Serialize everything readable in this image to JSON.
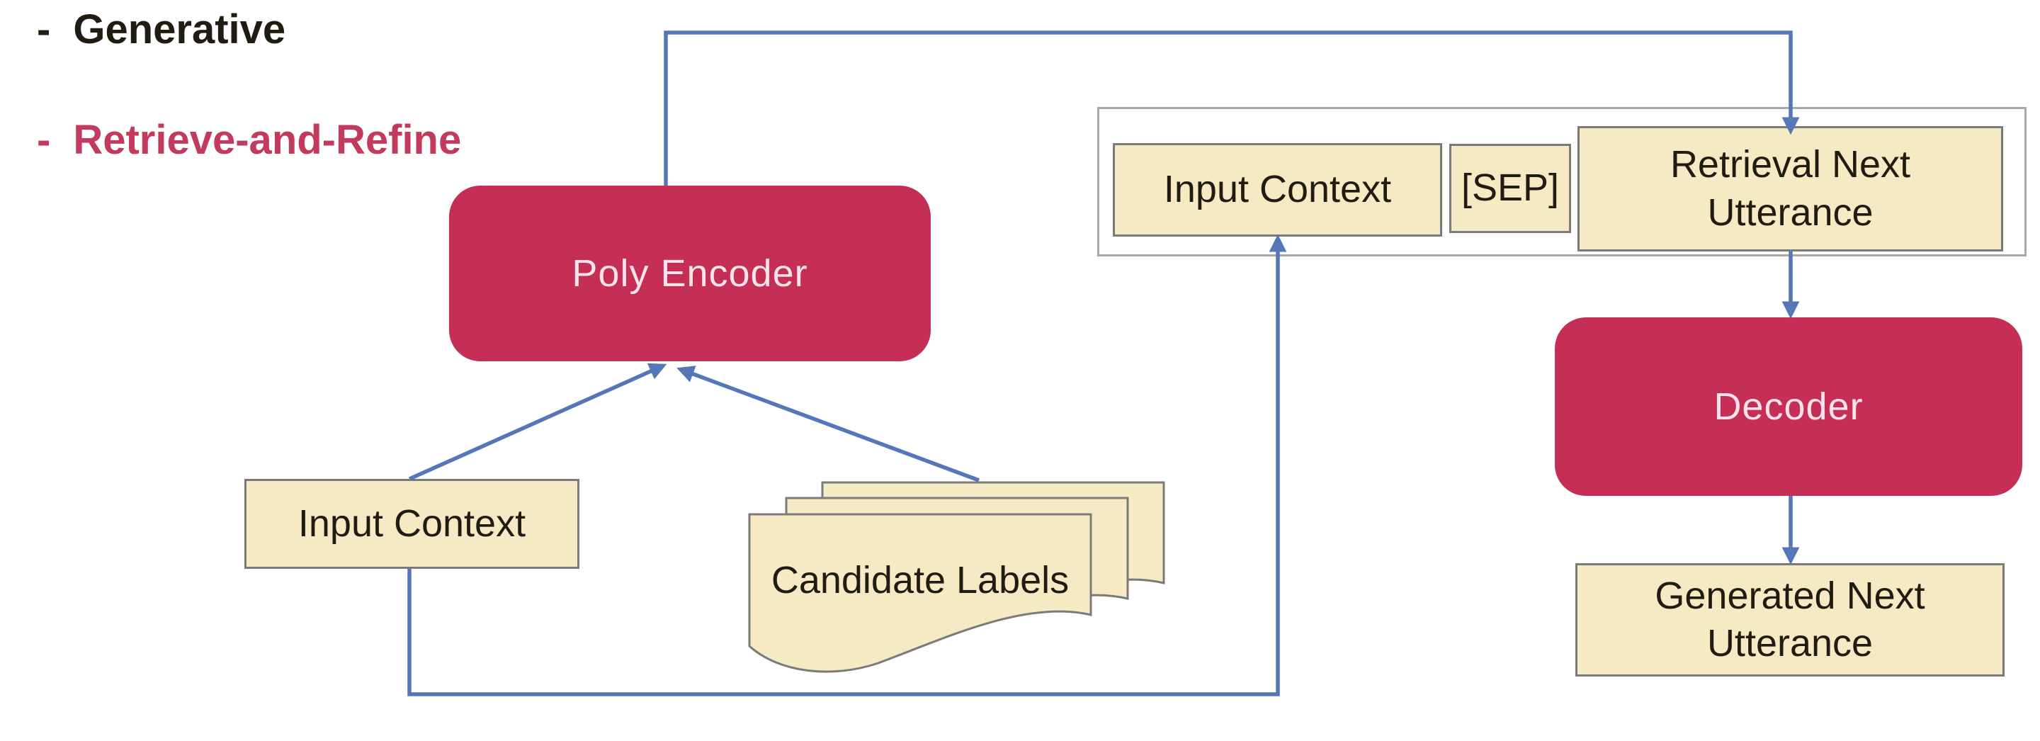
{
  "legend": {
    "bullet": "-",
    "items": [
      {
        "label": "Generative",
        "color": "#211c12"
      },
      {
        "label": "Retrieve-and-Refine",
        "color": "#c23a5c"
      }
    ]
  },
  "diagram": {
    "poly_encoder": {
      "label": "Poly Encoder"
    },
    "input_context_left": {
      "label": "Input Context"
    },
    "candidate_labels": {
      "label": "Candidate Labels"
    },
    "concat_bar": {
      "input_context": {
        "label": "Input Context"
      },
      "sep_token": {
        "label": "[SEP]"
      },
      "retrieval_next_utterance": {
        "label": "Retrieval Next Utterance"
      }
    },
    "decoder": {
      "label": "Decoder"
    },
    "generated_next_utterance": {
      "label": "Generated Next Utterance"
    }
  },
  "colors": {
    "accent_crimson": "#c52f55",
    "box_yellow": "#f5eac4",
    "box_border_gray": "#7a7a7a",
    "container_border_gray": "#a8a8a8",
    "arrow_blue": "#5577b8",
    "text_dark": "#211c12",
    "text_on_crimson": "#f6e2ea",
    "retrieve_red": "#c23a5c",
    "page_bg": "#ffffff"
  }
}
